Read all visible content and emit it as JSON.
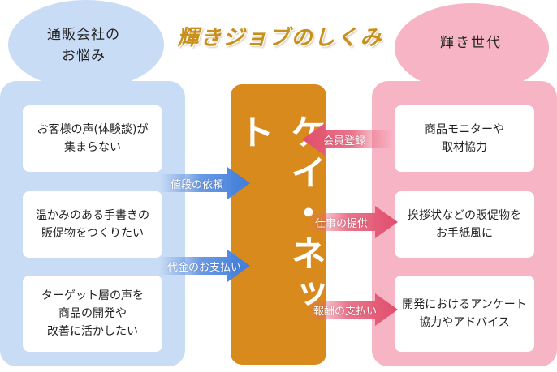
{
  "title": "輝きジョブのしくみ",
  "left": {
    "heading_line1": "通販会社の",
    "heading_line2": "お悩み",
    "cards": [
      {
        "lines": [
          "お客様の声(体験談)が",
          "集まらない"
        ]
      },
      {
        "lines": [
          "温かみのある手書きの",
          "販促物をつくりたい"
        ]
      },
      {
        "lines": [
          "ターゲット層の声を",
          "商品の開発や",
          "改善に活かしたい"
        ]
      }
    ]
  },
  "center": {
    "label": "ケイ・ネット"
  },
  "right": {
    "heading": "輝き世代",
    "cards": [
      {
        "lines": [
          "商品モニターや",
          "取材協力"
        ]
      },
      {
        "lines": [
          "挨拶状などの販促物を",
          "お手紙風に"
        ]
      },
      {
        "lines": [
          "開発におけるアンケート",
          "協力やアドバイス"
        ]
      }
    ]
  },
  "arrows": {
    "request": "値段の依頼",
    "payment": "代金のお支払い",
    "registration": "会員登録",
    "job_offer": "仕事の提供",
    "reward": "報酬の支払い"
  },
  "colors": {
    "left_bg": "#c9dcf5",
    "right_bg": "#f7b4c4",
    "center_bg": "#d98a1c",
    "title": "#c7901a",
    "blue_arrow": "#5b8fe0",
    "pink_arrow": "#e8657f"
  }
}
